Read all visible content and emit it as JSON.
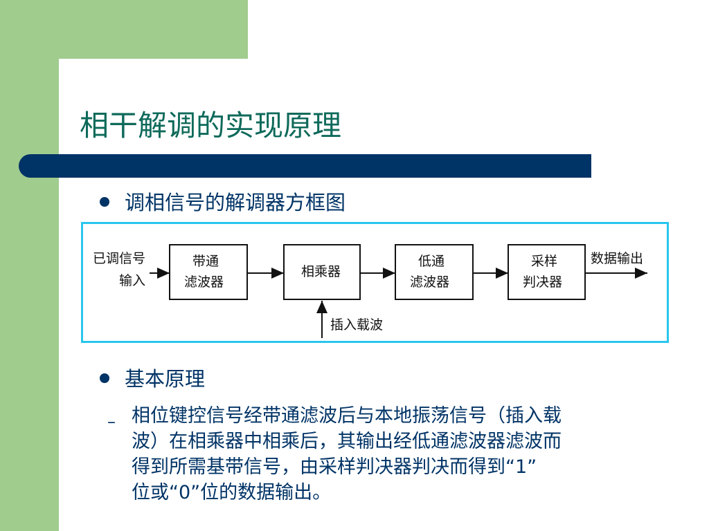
{
  "slide": {
    "title": "相干解调的实现原理",
    "bullets": [
      {
        "text": "调相信号的解调器方框图"
      },
      {
        "text": "基本原理"
      }
    ],
    "sub_dash": "–",
    "body_lines": [
      "相位键控信号经带通滤波后与本地振荡信号（插入载",
      "波）在相乘器中相乘后，其输出经低通滤波器滤波而",
      "得到所需基带信号，由采样判决器判决而得到“1”",
      "位或“0”位的数据输出。"
    ]
  },
  "diagram": {
    "input_label_line1": "已调信号",
    "input_label_line2": "输入",
    "block1_line1": "带通",
    "block1_line2": "滤波器",
    "block2": "相乘器",
    "block3_line1": "低通",
    "block3_line2": "滤波器",
    "block4_line1": "采样",
    "block4_line2": "判决器",
    "output_label": "数据输出",
    "carrier_label": "插入载波"
  },
  "colors": {
    "green": "#a0cc8e",
    "navy": "#003366",
    "title": "#0e6a5a",
    "diagram_border": "#29c6ee"
  }
}
